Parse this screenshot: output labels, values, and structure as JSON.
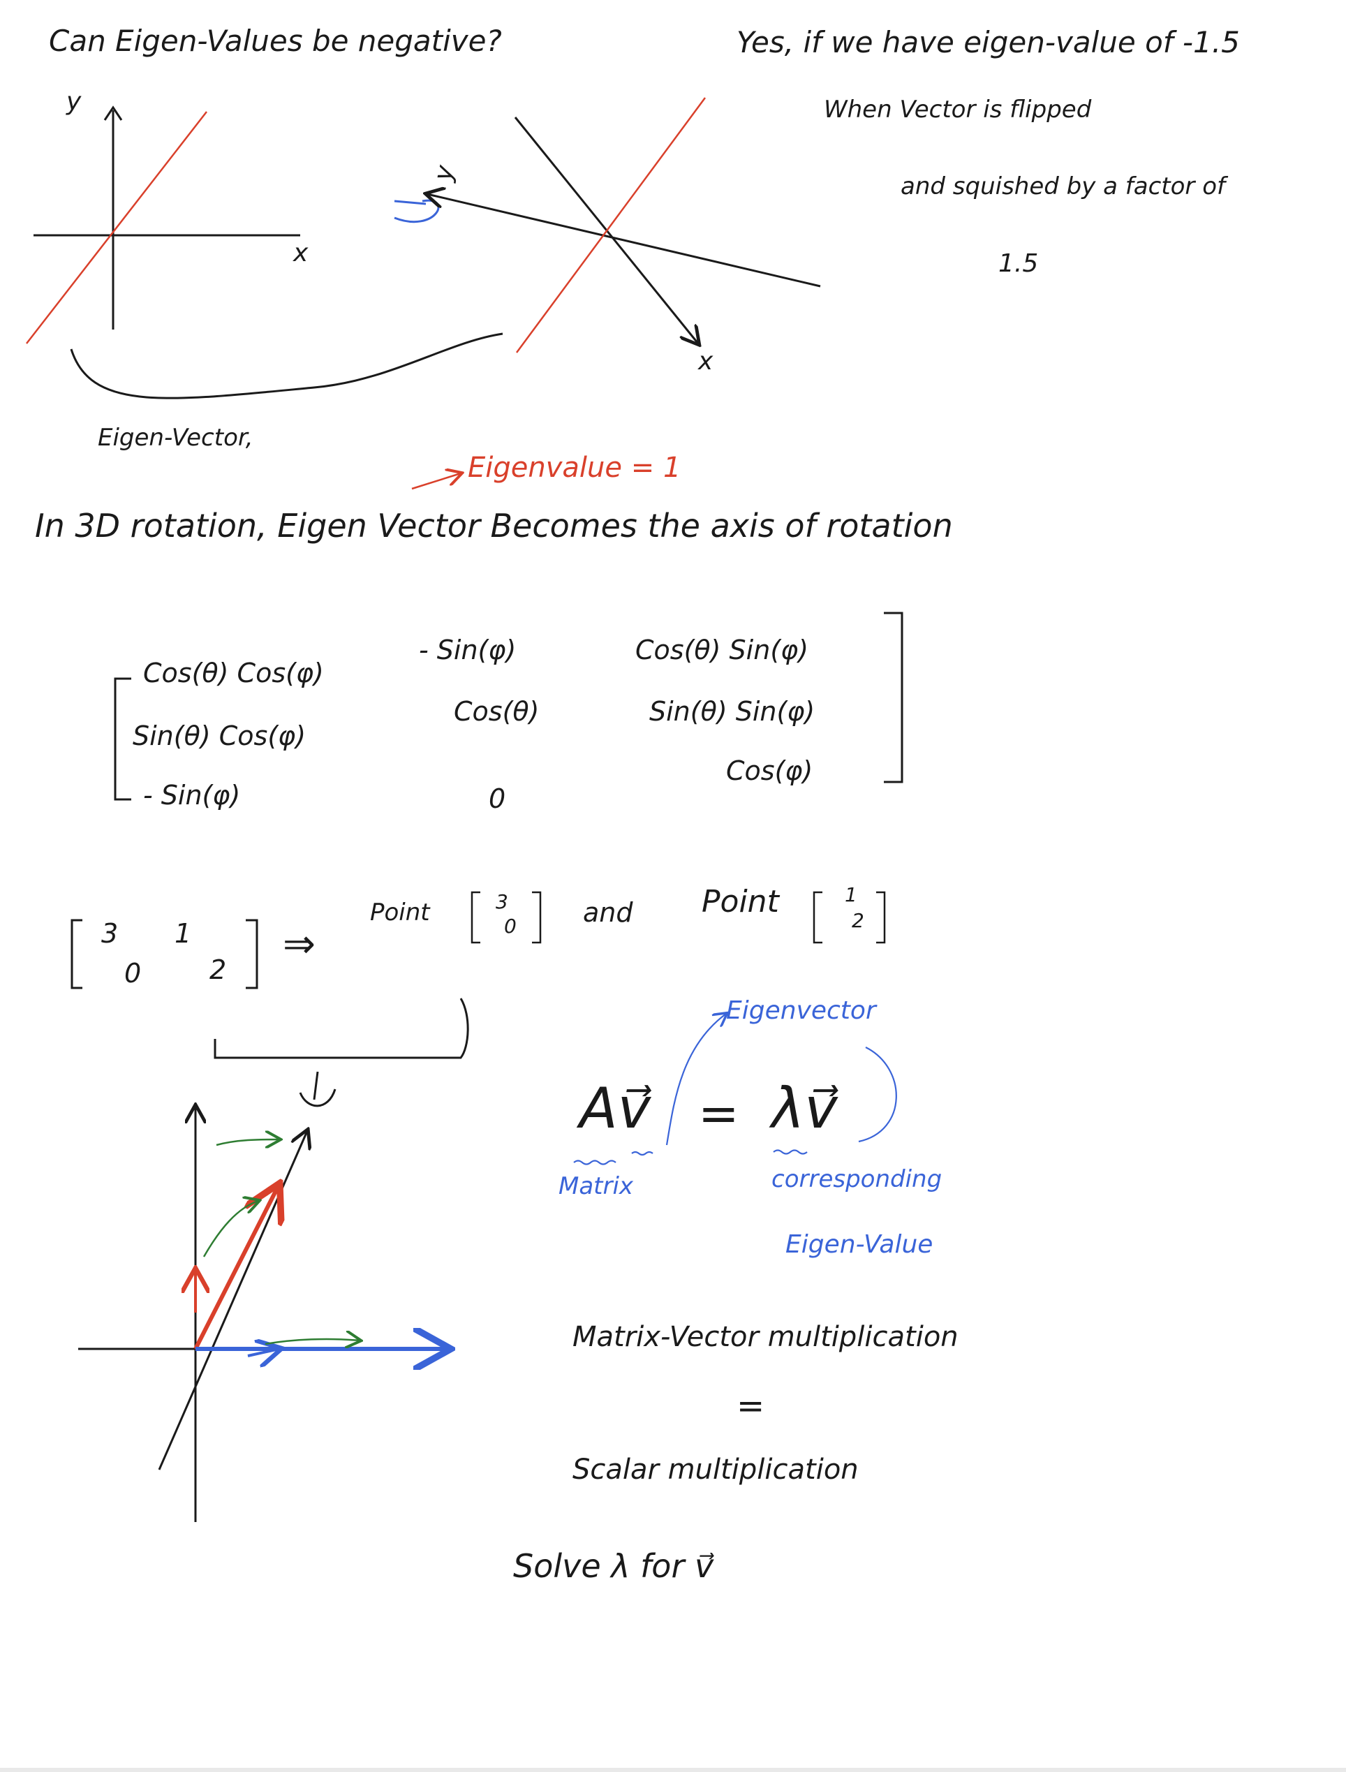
{
  "header": {
    "question": "Can Eigen-Values be negative?",
    "answer": "Yes, if we have eigen-value of -1.5",
    "answer_line2": "When Vector is flipped",
    "answer_line3": "and squished by a factor of",
    "answer_line4": "1.5"
  },
  "graph1": {
    "y_label": "y",
    "x_label": "x",
    "eigen_vector_label": "Eigen-Vector,"
  },
  "graph2": {
    "y_label": "y",
    "x_label": "x"
  },
  "eigenvalue_note": "Eigenvalue = 1",
  "rotation_note": "In 3D rotation,  Eigen Vector Becomes the axis of rotation",
  "matrix": {
    "row1": [
      "Cos(θ) Cos(φ)",
      "- Sin(φ)",
      "Cos(θ) Sin(φ)"
    ],
    "row2": [
      "Sin(θ) Cos(φ)",
      "Cos(θ)",
      "Sin(θ) Sin(φ)"
    ],
    "row3": [
      "- Sin(φ)",
      "0",
      "Cos(φ)"
    ]
  },
  "example": {
    "matrix_entries": [
      "3",
      "1",
      "0",
      "2"
    ],
    "arrow": "⇒",
    "point_word": "Point",
    "point1": [
      "3",
      "0"
    ],
    "and_word": "and",
    "point2": [
      "1",
      "2"
    ]
  },
  "equation": {
    "lhs": "Av⃗",
    "equals": "=",
    "rhs": "λv⃗",
    "matrix_label": "Matrix",
    "eigenvector_label": "Eigenvector",
    "corresponding_label": "corresponding",
    "eigenvalue_label": "Eigen-Value"
  },
  "explanation": {
    "line1": "Matrix-Vector multiplication",
    "equals": "=",
    "line2": "Scalar multiplication",
    "solve": "Solve λ for v⃗"
  },
  "colors": {
    "ink": "#1a1a1a",
    "red": "#d9402b",
    "blue": "#3a64d8",
    "green": "#2e7d32"
  }
}
